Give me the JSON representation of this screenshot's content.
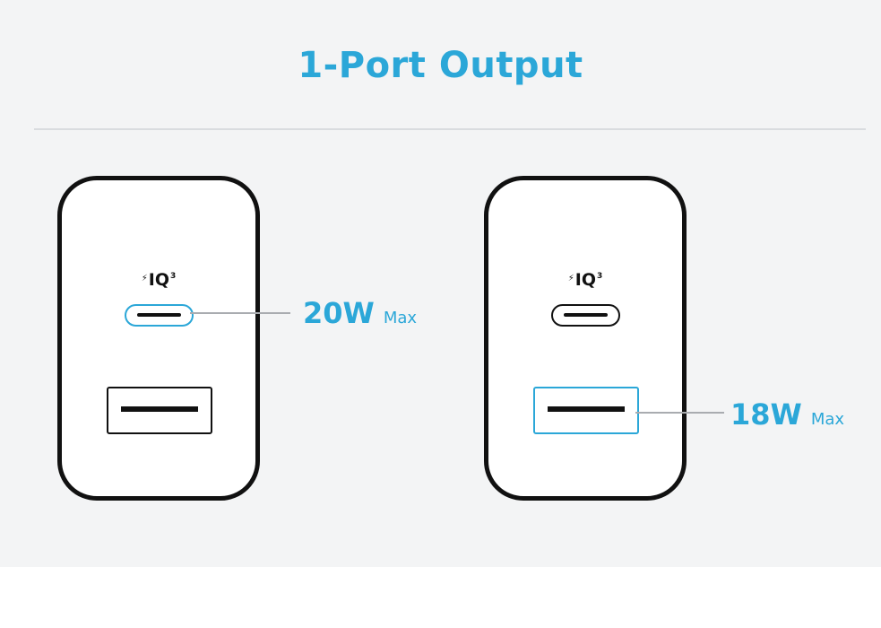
{
  "title": "1-Port Output",
  "colors": {
    "accent": "#2ba7d8",
    "outline": "#111111",
    "panel_background": "#f3f4f5",
    "leader_line": "#a9acb0"
  },
  "chargers": [
    {
      "logo": {
        "bolt": "⚡",
        "text": "IQ",
        "superscript": "3"
      },
      "highlighted_port": "usb-c",
      "output": {
        "watts": "20W",
        "max": "Max"
      }
    },
    {
      "logo": {
        "bolt": "⚡",
        "text": "IQ",
        "superscript": "3"
      },
      "highlighted_port": "usb-a",
      "output": {
        "watts": "18W",
        "max": "Max"
      }
    }
  ]
}
